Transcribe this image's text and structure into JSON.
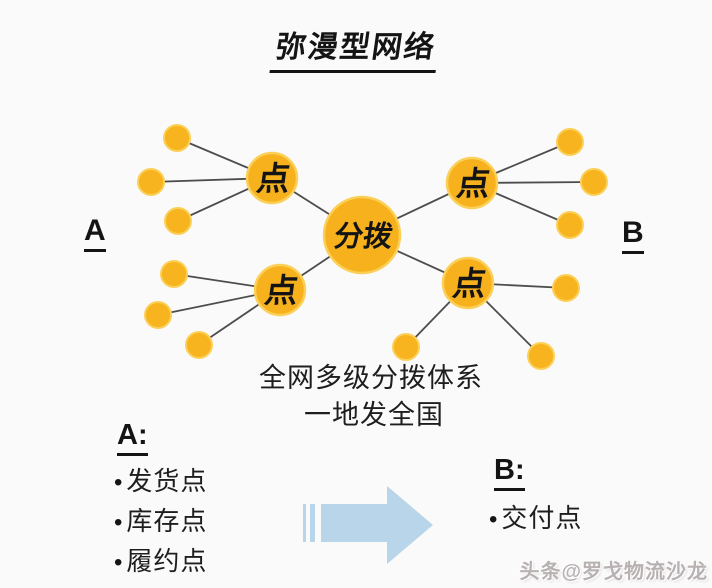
{
  "title": "弥漫型网络",
  "network": {
    "label_a": "A",
    "label_b": "B",
    "hub_label": "分拨",
    "node_label": "点",
    "caption_line1": "全网多级分拨体系",
    "caption_line2": "一地发全国"
  },
  "legend_a": {
    "heading": "A:",
    "bullet": "•",
    "items": [
      "发货点",
      "库存点",
      "履约点"
    ]
  },
  "legend_b": {
    "heading": "B:",
    "bullet": "•",
    "items": [
      "交付点"
    ]
  },
  "watermark": "头条@罗戈物流沙龙",
  "colors": {
    "node_yellow": "#F7B41E",
    "node_rim": "#FBD059",
    "connector_gray": "#4D4D4D",
    "arrow_blue": "#B9D5EA",
    "background": "#FBFAFB"
  }
}
